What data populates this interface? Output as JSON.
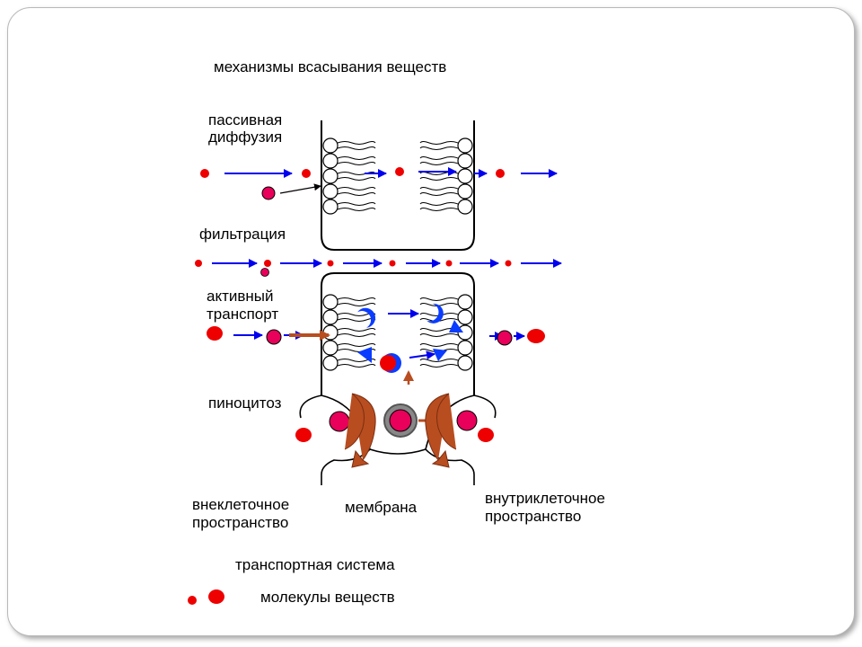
{
  "title": "механизмы всасывания веществ",
  "sections": {
    "passive": [
      "пассивная",
      "диффузия"
    ],
    "filtration": "фильтрация",
    "active": [
      "активный",
      "транспорт"
    ],
    "pinocytosis": "пиноцитоз"
  },
  "regions": {
    "extracellular": [
      "внеклеточное",
      "пространство"
    ],
    "membrane": "мембрана",
    "intracellular": [
      "внутриклеточное",
      "пространство"
    ]
  },
  "legend": {
    "transport": "транспортная система",
    "molecules": "молекулы веществ"
  },
  "colors": {
    "molecule": "#ee0000",
    "molecule_pink": "#e8005a",
    "arrow": "#0000ee",
    "carrier": "#0a3cff",
    "brown": "#b84d20"
  }
}
